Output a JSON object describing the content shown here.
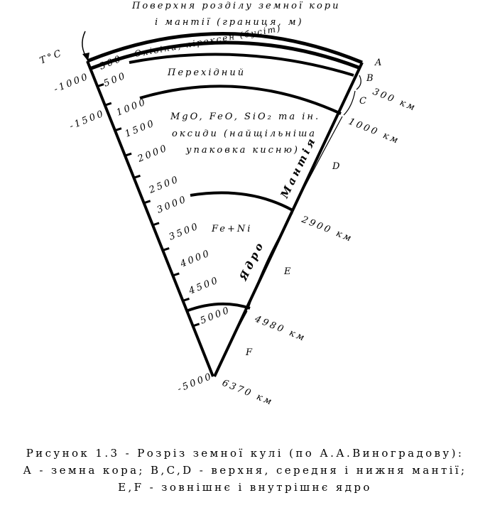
{
  "top_label": {
    "line1": "Поверхня розділу земної кори",
    "line2": "і мантії (границя, м)"
  },
  "temp_unit": "T°C",
  "temp_labels": [
    "-1000",
    "-1500"
  ],
  "temp_bottom": "-5000",
  "depth_scale": [
    "300",
    "500",
    "1000",
    "1500",
    "2000",
    "2500",
    "3000",
    "3500",
    "4000",
    "4500",
    "5000"
  ],
  "layer_texts": {
    "olivine": "Олівіни, піроксен (бусіт)",
    "transitional": "Перехідний",
    "oxides_line1": "MgO, FeO, SiO₂ та ін.",
    "oxides_line2": "оксиди (найщільніша",
    "oxides_line3": "упаковка кисню)",
    "core_composition": "Fe+Ni"
  },
  "zone_letters": [
    "A",
    "B",
    "C",
    "D",
    "E",
    "F"
  ],
  "boundary_depths": [
    "300 км",
    "1000 км",
    "2900 км",
    "4980 км",
    "6370 км"
  ],
  "vertical_labels": {
    "mantle": "Мантія",
    "core": "Ядро"
  },
  "caption": {
    "line1": "Рисунок 1.3 - Розріз земної кулі (по А.А.Виноградову):",
    "line2": "А - земна кора; B,C,D - верхня, середня і нижня мантії;",
    "line3": "Е,F - зовнішнє і внутрішнє ядро"
  }
}
